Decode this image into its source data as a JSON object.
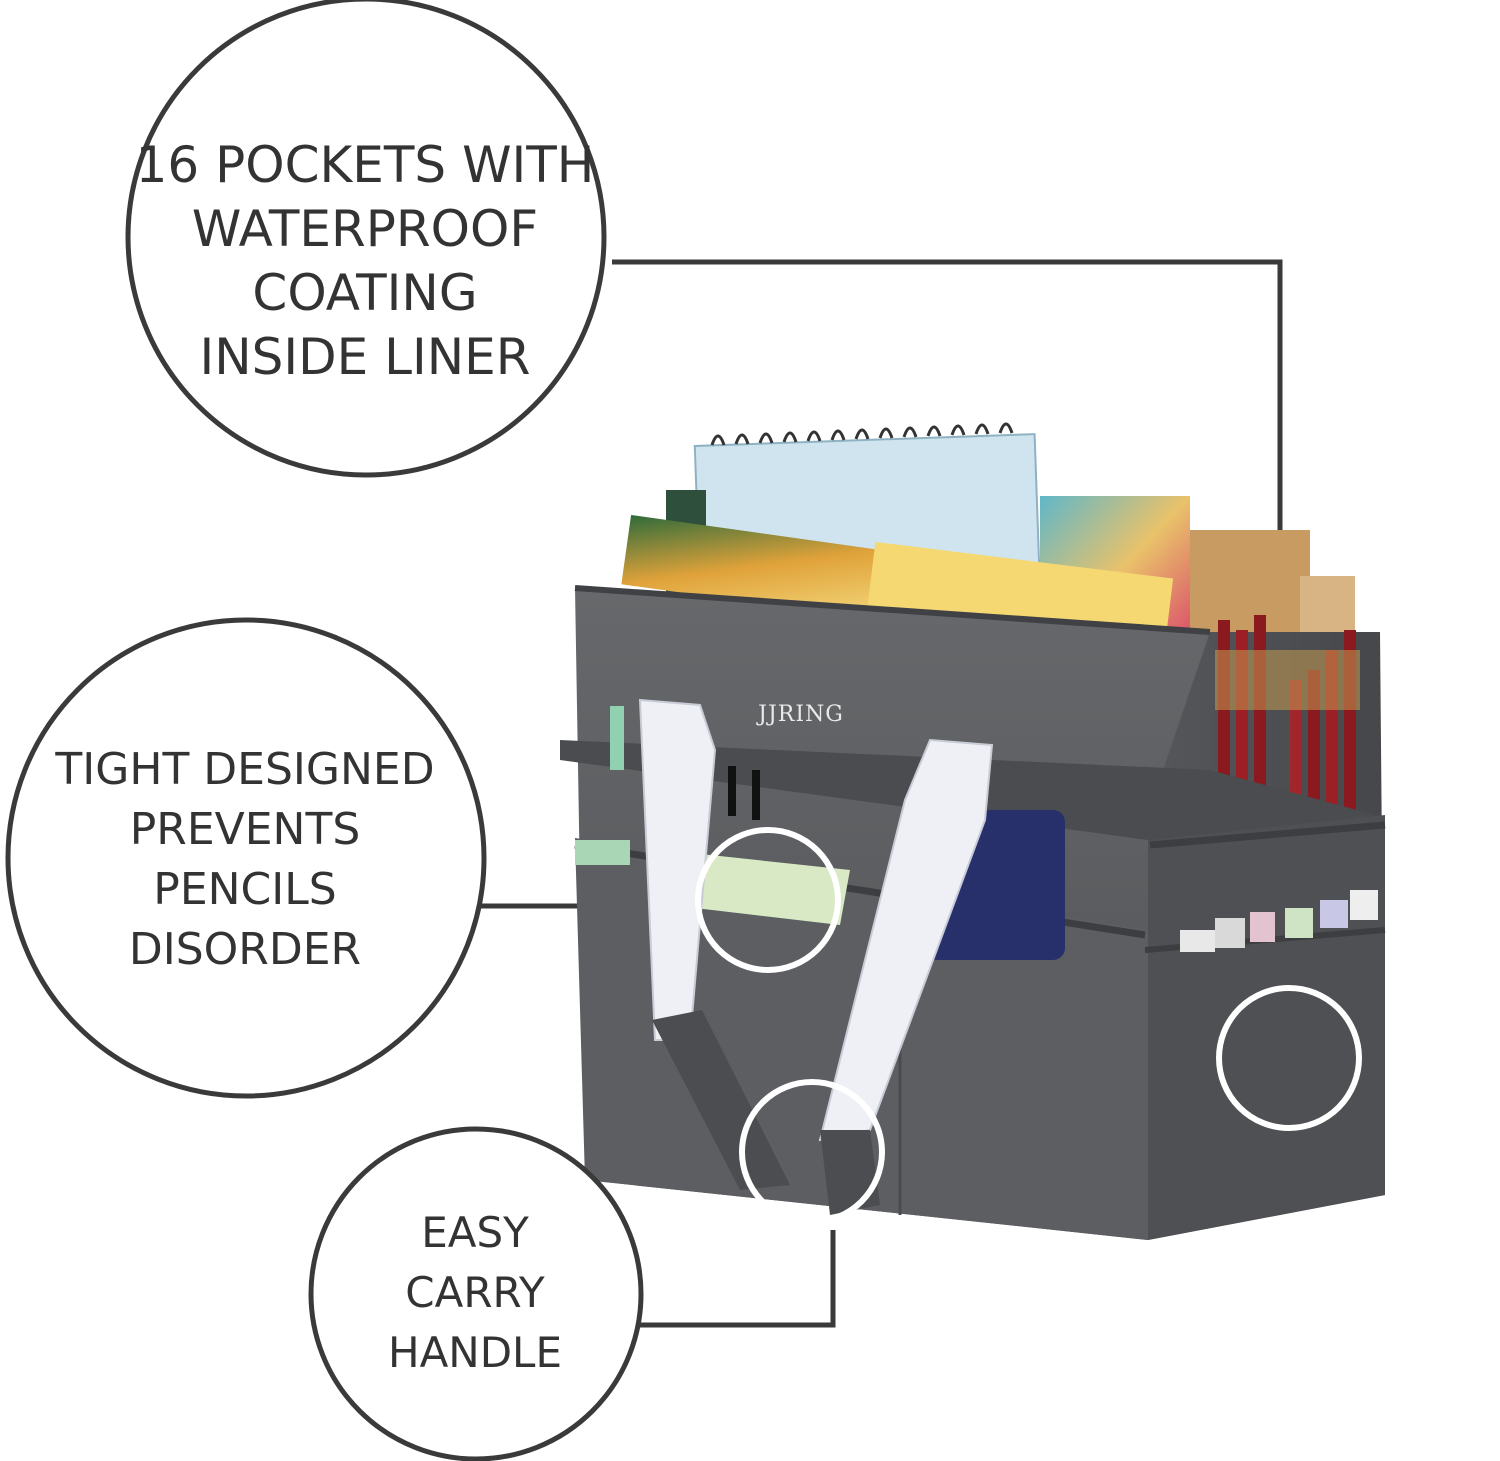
{
  "callouts": [
    {
      "id": "pockets",
      "lines": [
        "16 POCKETS WITH",
        "WATERPROOF",
        "COATING",
        "INSIDE LINER"
      ]
    },
    {
      "id": "tight",
      "lines": [
        "TIGHT DESIGNED",
        "PREVENTS",
        "PENCILS",
        "DISORDER"
      ]
    },
    {
      "id": "handle",
      "lines": [
        "EASY",
        "CARRY",
        "HANDLE"
      ]
    }
  ],
  "brand": {
    "logo_text": "JJRING"
  },
  "colors": {
    "background": "#ffffff",
    "callout_stroke": "#3a3a3a",
    "callout_text": "#333333",
    "bag_gray": "#5b5d60",
    "handle_white": "#f1f3f7",
    "highlight_circle": "#ffffff"
  }
}
